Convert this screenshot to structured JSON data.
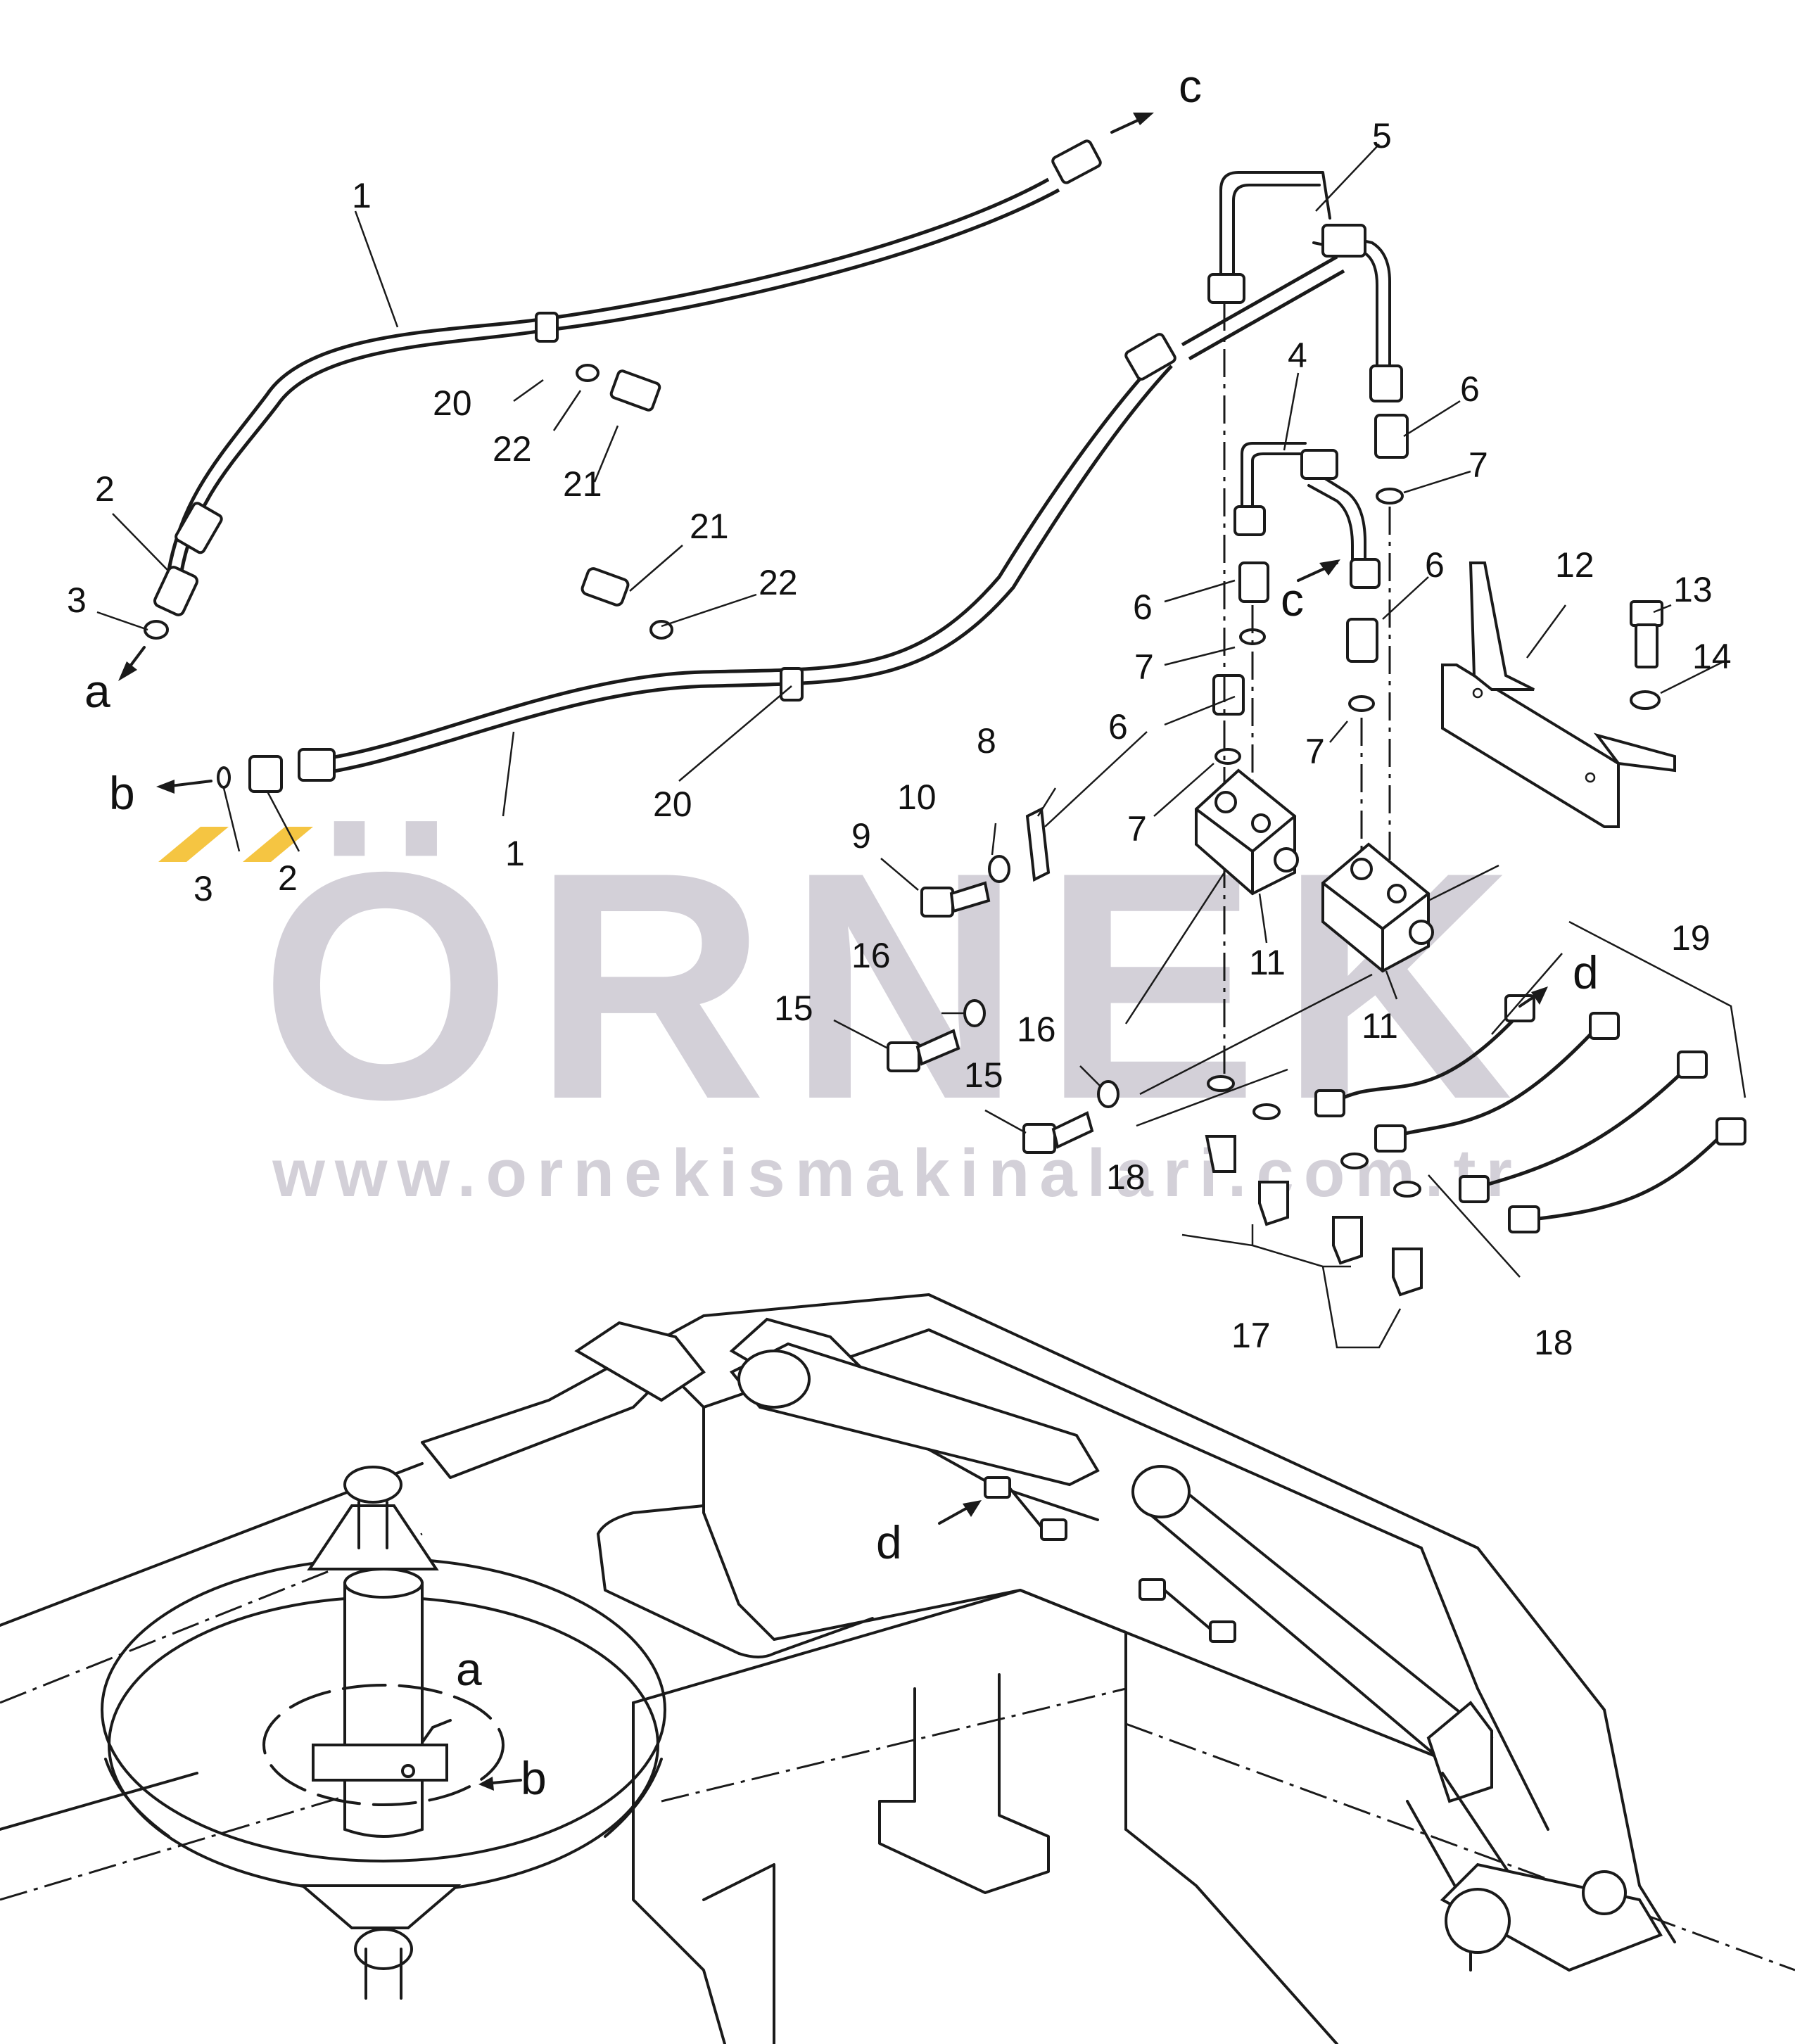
{
  "watermark": {
    "brand": "ÖRNEK",
    "url": "www.ornekismakinalari.com.tr",
    "color": "#c9c5cf",
    "accent": "#f5c542"
  },
  "callouts": {
    "c1": "1",
    "c1b": "1",
    "c2": "2",
    "c2b": "2",
    "c3": "3",
    "c3b": "3",
    "c4": "4",
    "c5": "5",
    "c6a": "6",
    "c6b": "6",
    "c6c": "6",
    "c6d": "6",
    "c7a": "7",
    "c7b": "7",
    "c7c": "7",
    "c7d": "7",
    "c8": "8",
    "c9": "9",
    "c10": "10",
    "c11a": "11",
    "c11b": "11",
    "c12": "12",
    "c13": "13",
    "c14": "14",
    "c15a": "15",
    "c15b": "15",
    "c16a": "16",
    "c16b": "16",
    "c17": "17",
    "c18a": "18",
    "c18b": "18",
    "c19": "19",
    "c20a": "20",
    "c20b": "20",
    "c21a": "21",
    "c21b": "21",
    "c22a": "22",
    "c22b": "22"
  },
  "references": {
    "a_top": "a",
    "b_top": "b",
    "c_top": "c",
    "c_mid": "c",
    "d_top": "d",
    "d_bottom": "d",
    "a_bottom": "a",
    "b_bottom": "b"
  }
}
